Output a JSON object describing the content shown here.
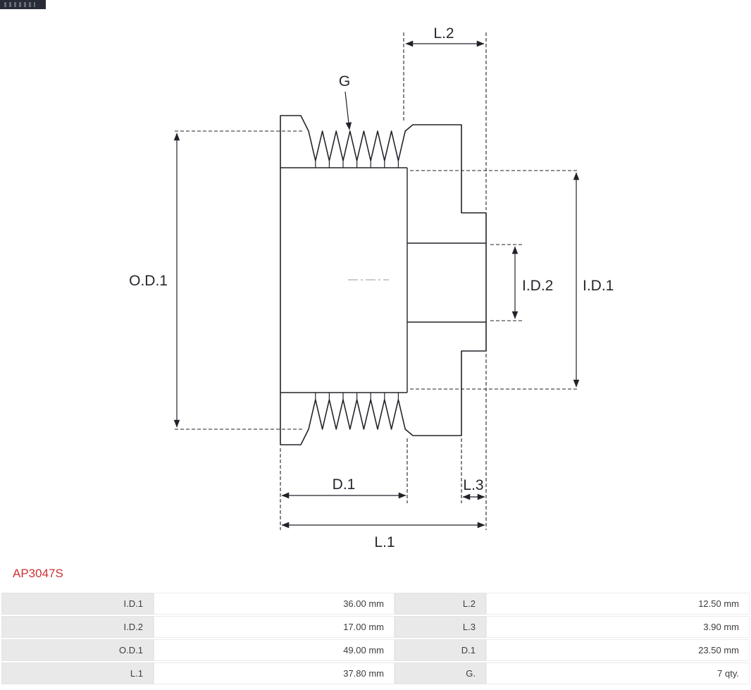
{
  "part": {
    "number": "AP3047S",
    "number_color": "#cc3333"
  },
  "drawing": {
    "labels": {
      "od1": "O.D.1",
      "id1": "I.D.1",
      "id2": "I.D.2",
      "l1": "L.1",
      "l2": "L.2",
      "l3": "L.3",
      "d1": "D.1",
      "g": "G"
    },
    "line_color": "#22222a"
  },
  "table": {
    "rows": [
      {
        "label1": "I.D.1",
        "value1": "36.00 mm",
        "label2": "L.2",
        "value2": "12.50 mm"
      },
      {
        "label1": "I.D.2",
        "value1": "17.00 mm",
        "label2": "L.3",
        "value2": "3.90 mm"
      },
      {
        "label1": "O.D.1",
        "value1": "49.00 mm",
        "label2": "D.1",
        "value2": "23.50 mm"
      },
      {
        "label1": "L.1",
        "value1": "37.80 mm",
        "label2": "G.",
        "value2": "7 qty."
      }
    ]
  }
}
